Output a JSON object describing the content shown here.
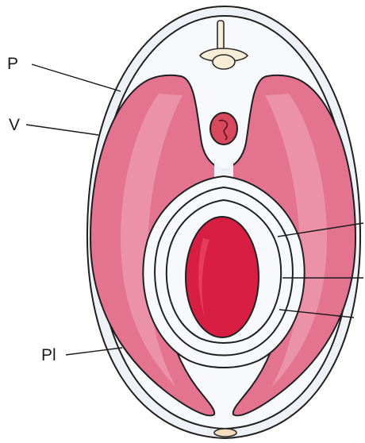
{
  "labels": {
    "p": "P",
    "v": "V",
    "pl": "Pl"
  },
  "colors": {
    "body_fill": "#eef2f7",
    "body_stroke": "#1f1f1f",
    "cavity_pink": "#e3738f",
    "cavity_highlight": "#f3aabd",
    "heart_red": "#d81e43",
    "heart_highlight": "#ec4a68",
    "spine_fill": "#f7ecd6",
    "aorta_fill": "#d8495e",
    "sternum_fill": "#f3dcc0"
  }
}
